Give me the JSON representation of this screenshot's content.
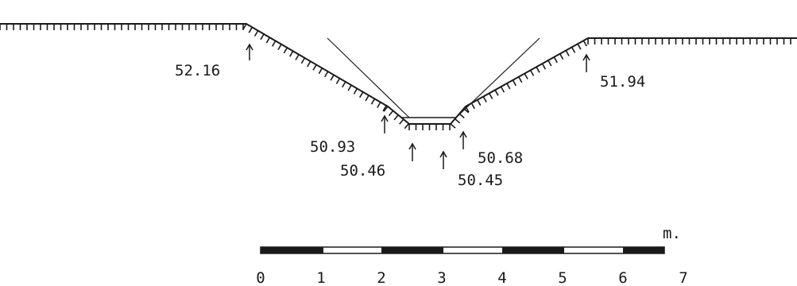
{
  "profile": {
    "elevations": [
      {
        "id": "top-left",
        "value": "52.16"
      },
      {
        "id": "lower-left-slope",
        "value": "50.93"
      },
      {
        "id": "bottom-left",
        "value": "50.46"
      },
      {
        "id": "bottom-right",
        "value": "50.45"
      },
      {
        "id": "lower-right-slope",
        "value": "50.68"
      },
      {
        "id": "top-right",
        "value": "51.94"
      }
    ]
  },
  "scale_bar": {
    "unit": "m.",
    "ticks": [
      "0",
      "1",
      "2",
      "3",
      "4",
      "5",
      "6",
      "7"
    ]
  },
  "colors": {
    "ink": "#1a1a1a",
    "background": "#ffffff"
  }
}
